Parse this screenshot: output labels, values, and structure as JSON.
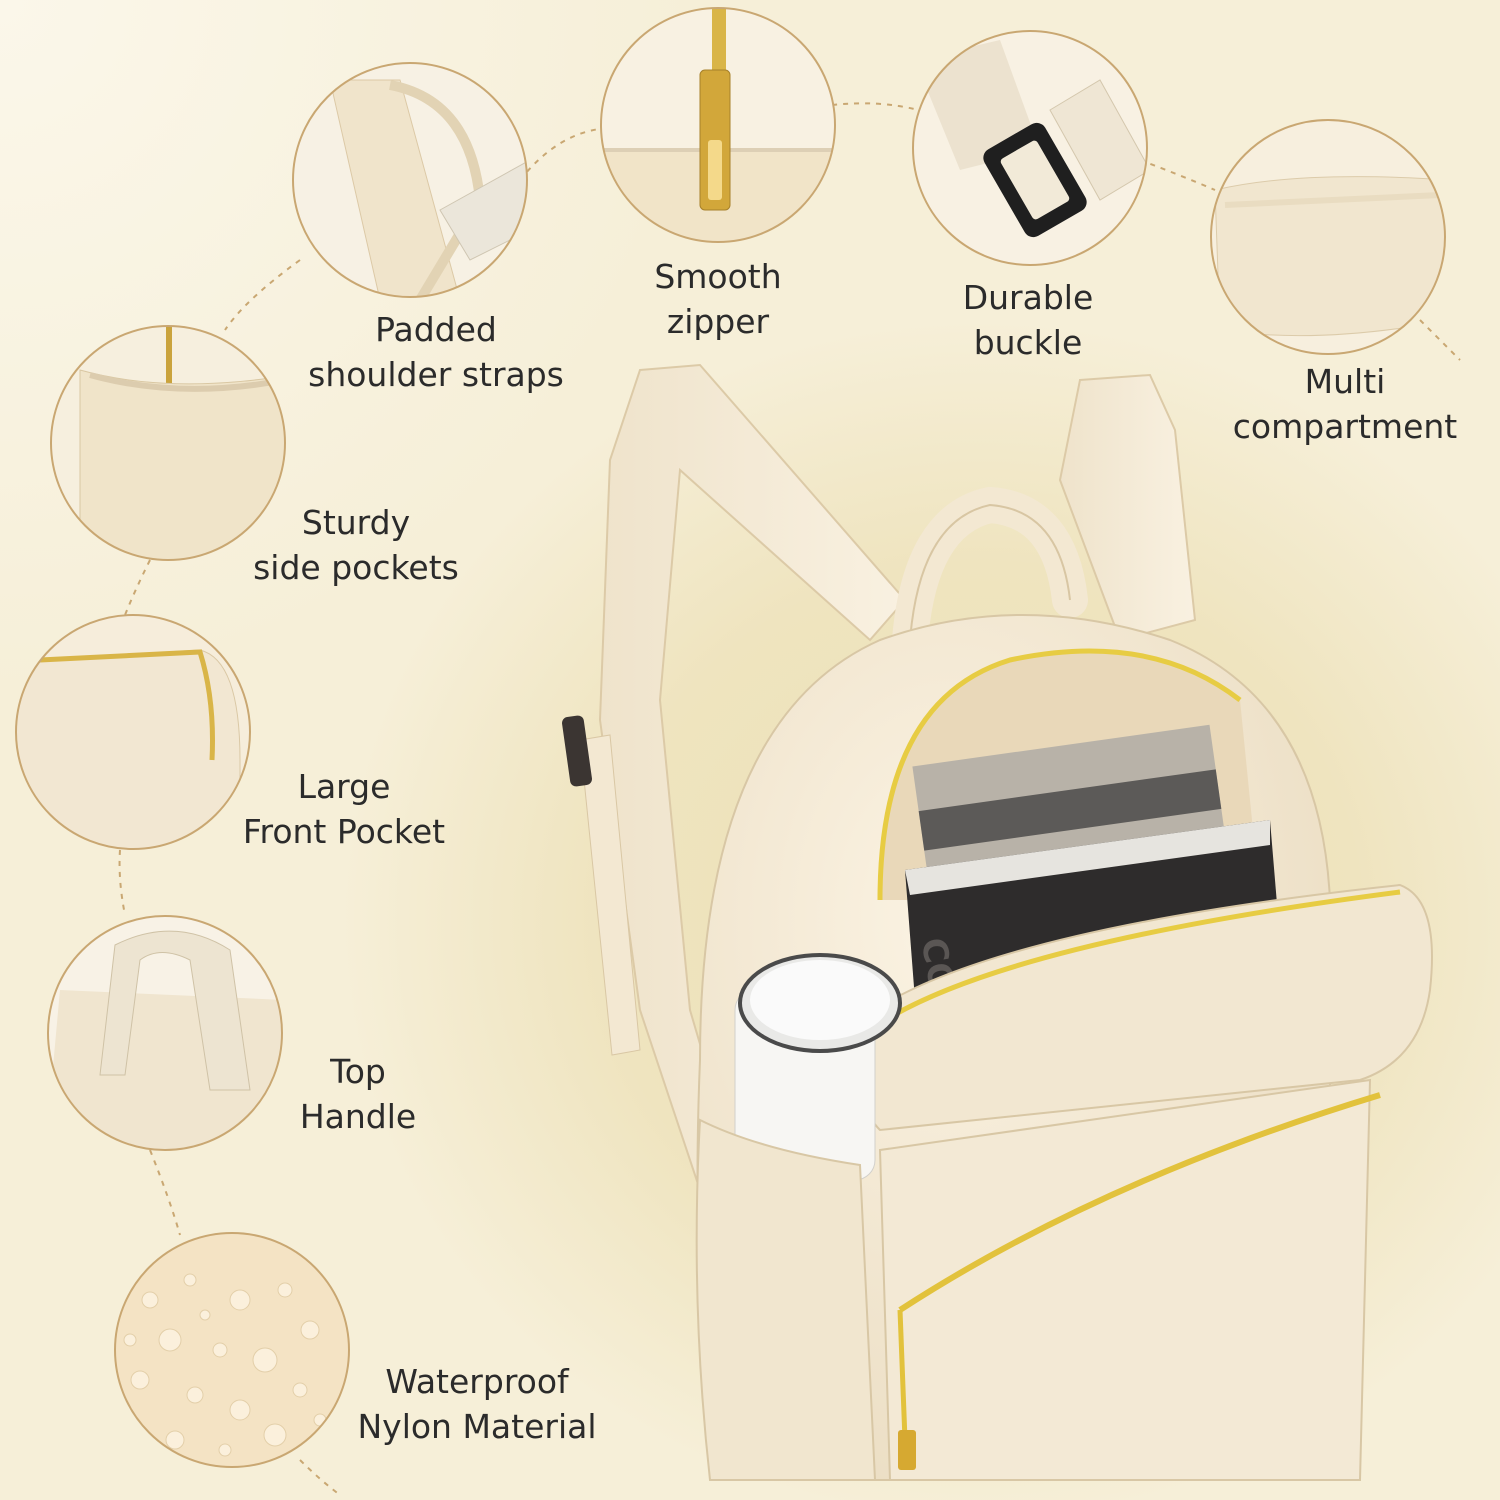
{
  "features": [
    {
      "id": "padded-shoulder-straps",
      "line1": "Padded",
      "line2": "shoulder straps"
    },
    {
      "id": "smooth-zipper",
      "line1": "Smooth",
      "line2": "zipper"
    },
    {
      "id": "durable-buckle",
      "line1": "Durable",
      "line2": "buckle"
    },
    {
      "id": "multi-compartment",
      "line1": "Multi",
      "line2": "compartment"
    },
    {
      "id": "sturdy-side-pockets",
      "line1": "Sturdy",
      "line2": "side pockets"
    },
    {
      "id": "large-front-pocket",
      "line1": "Large",
      "line2": "Front Pocket"
    },
    {
      "id": "top-handle",
      "line1": "Top",
      "line2": "Handle"
    },
    {
      "id": "waterproof-nylon",
      "line1": "Waterproof",
      "line2": "Nylon Material"
    }
  ],
  "book_spine_text": "COA"
}
